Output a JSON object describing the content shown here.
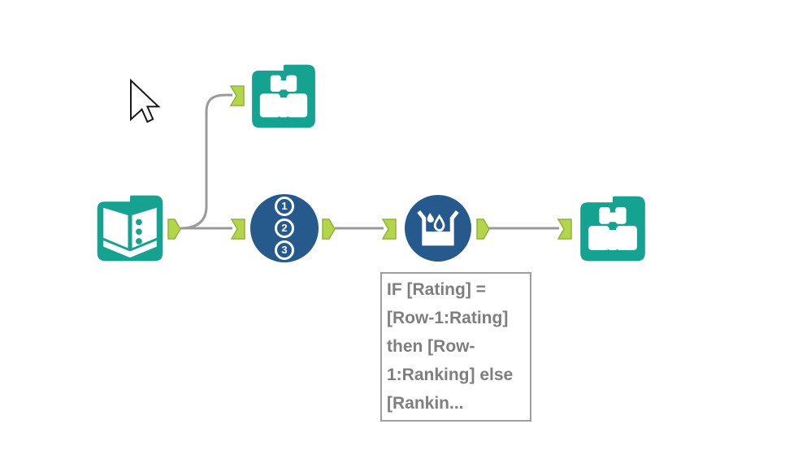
{
  "colors": {
    "teal": "#16a290",
    "blue": "#265a8c",
    "anchor-fill": "#b3d54b",
    "anchor-border": "#8fb339",
    "wire": "#9a9a9a",
    "annotation-text": "#7e7e7e",
    "annotation-border": "#9e9e9e",
    "canvas-bg": "#ffffff"
  },
  "workflow": {
    "tools": {
      "input_data": {
        "icon": "open-book-icon"
      },
      "browse_top": {
        "icon": "binoculars-icon"
      },
      "record_id": {
        "icon": "numbered-circles-icon",
        "badges": [
          "1",
          "2",
          "3"
        ]
      },
      "multi_row_formula": {
        "icon": "container-water-drops-icon"
      },
      "browse_right": {
        "icon": "binoculars-icon"
      }
    },
    "annotation": {
      "text": "IF [Rating] =\n[Row-1:Rating]\nthen [Row-\n1:Ranking] else\n[Rankin..."
    }
  }
}
